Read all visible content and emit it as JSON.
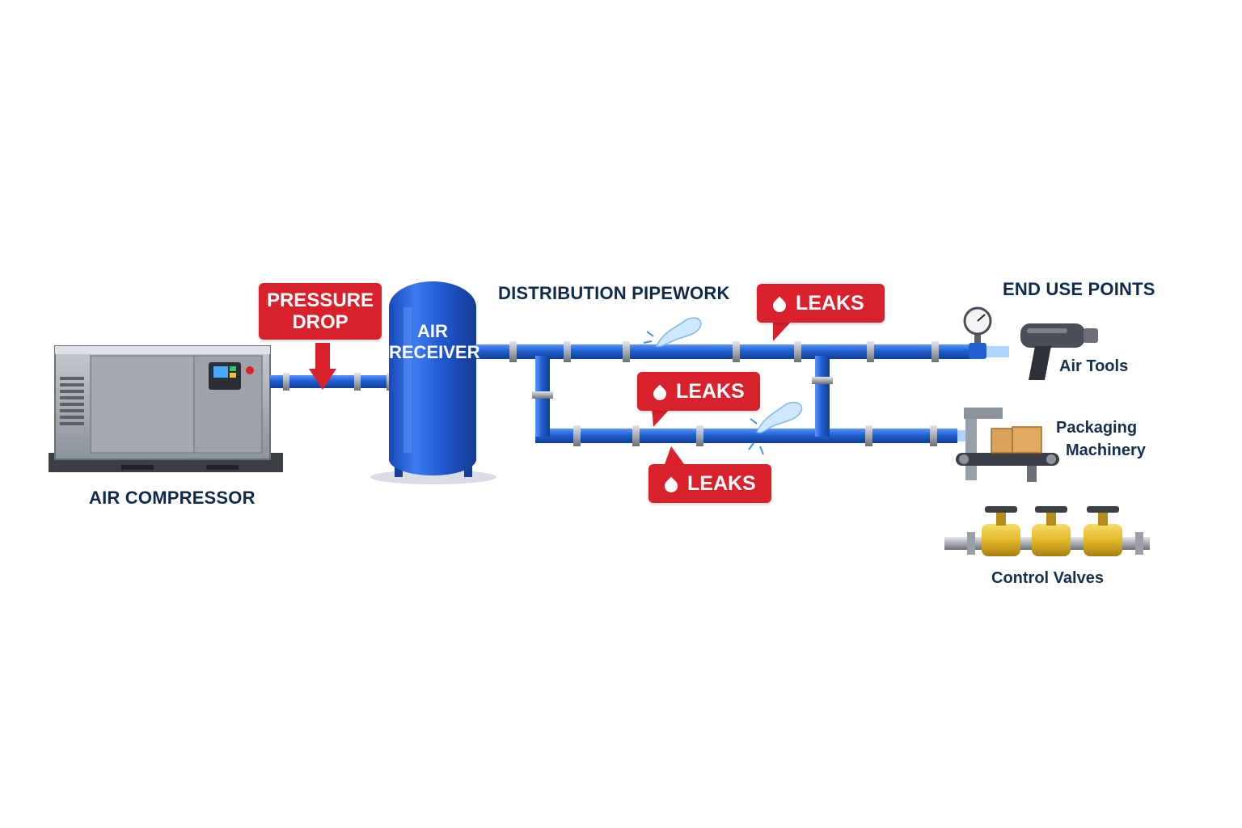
{
  "labels": {
    "air_compressor": "AIR COMPRESSOR",
    "pressure_drop_line1": "PRESSURE",
    "pressure_drop_line2": "DROP",
    "air_receiver_line1": "AIR",
    "air_receiver_line2": "RECEIVER",
    "distribution_pipework": "DISTRIBUTION PIPEWORK",
    "end_use_points": "END USE POINTS",
    "air_tools": "Air Tools",
    "packaging_line1": "Packaging",
    "packaging_line2": "Machinery",
    "control_valves": "Control Valves"
  },
  "leaks": [
    {
      "label": "LEAKS"
    },
    {
      "label": "LEAKS"
    },
    {
      "label": "LEAKS"
    }
  ],
  "colors": {
    "pipe": "#1f5fd0",
    "pipe_dark": "#123f95",
    "callout_red": "#d8212b",
    "label_navy": "#0f2a4a",
    "compressor_grey": "#9aa0a8",
    "valve_gold": "#e2b928"
  }
}
